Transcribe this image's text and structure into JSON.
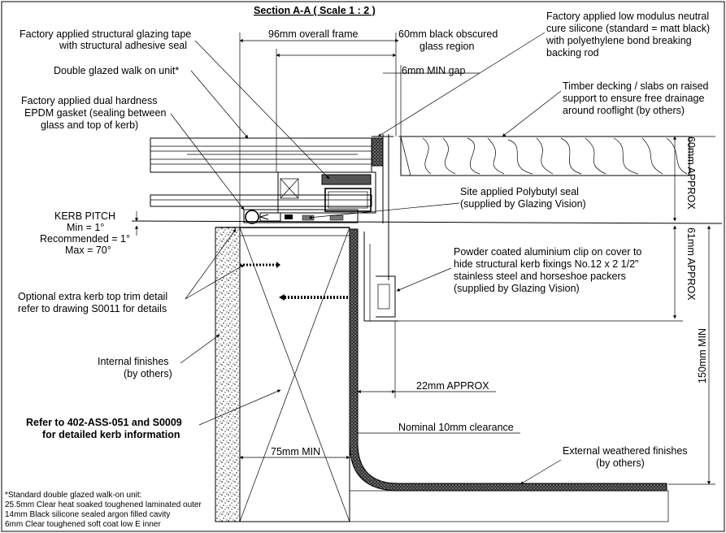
{
  "title": "Section A-A ( Scale 1 : 2 )",
  "labels": {
    "glazing_tape_1": "Factory applied structural glazing tape",
    "glazing_tape_2": "with structural adhesive seal",
    "overall_frame": "96mm overall frame",
    "obscured_1": "60mm black obscured",
    "obscured_2": "glass region",
    "silicone_1": "Factory applied low modulus neutral",
    "silicone_2": "cure silicone (standard = matt black)",
    "silicone_3": "with polyethylene bond breaking",
    "silicone_4": "backing rod",
    "walk_on": "Double glazed walk on unit*",
    "min_gap": "6mm MIN gap",
    "timber_1": "Timber decking / slabs on raised",
    "timber_2": "support to ensure free drainage",
    "timber_3": "around rooflight (by others)",
    "epdm_1": "Factory applied dual hardness",
    "epdm_2": "EPDM gasket (sealing between",
    "epdm_3": "glass and top of kerb)",
    "dim_60": "60mm APPROX",
    "polybutyl_1": "Site applied Polybutyl seal",
    "polybutyl_2": "(supplied by Glazing Vision)",
    "kerb_pitch": "KERB PITCH",
    "kerb_min": "Min = 1°",
    "kerb_rec": "Recommended = 1°",
    "kerb_max": "Max = 70°",
    "dim_61": "61mm APPROX",
    "clip_1": "Powder coated aluminium clip on cover to",
    "clip_2": "hide structural kerb fixings No.12 x 2 1/2\"",
    "clip_3": "stainless steel and horseshoe packers",
    "clip_4": "(supplied by Glazing Vision)",
    "trim_1": "Optional extra kerb top trim detail",
    "trim_2": "refer to drawing S0011 for details",
    "internal_1": "Internal finishes",
    "internal_2": "(by others)",
    "dim_150": "150mm MIN",
    "dim_22": "22mm APPROX",
    "refer_1": "Refer to 402-ASS-051 and S0009",
    "refer_2": "for detailed kerb information",
    "clearance": "Nominal 10mm clearance",
    "dim_75": "75mm MIN",
    "external_1": "External weathered finishes",
    "external_2": "(by others)"
  },
  "footnote": [
    "*Standard double glazed walk-on unit:",
    "25.5mm Clear heat soaked toughened laminated outer",
    "14mm Black silicone sealed argon filled cavity",
    "6mm Clear toughened soft coat low E inner"
  ]
}
